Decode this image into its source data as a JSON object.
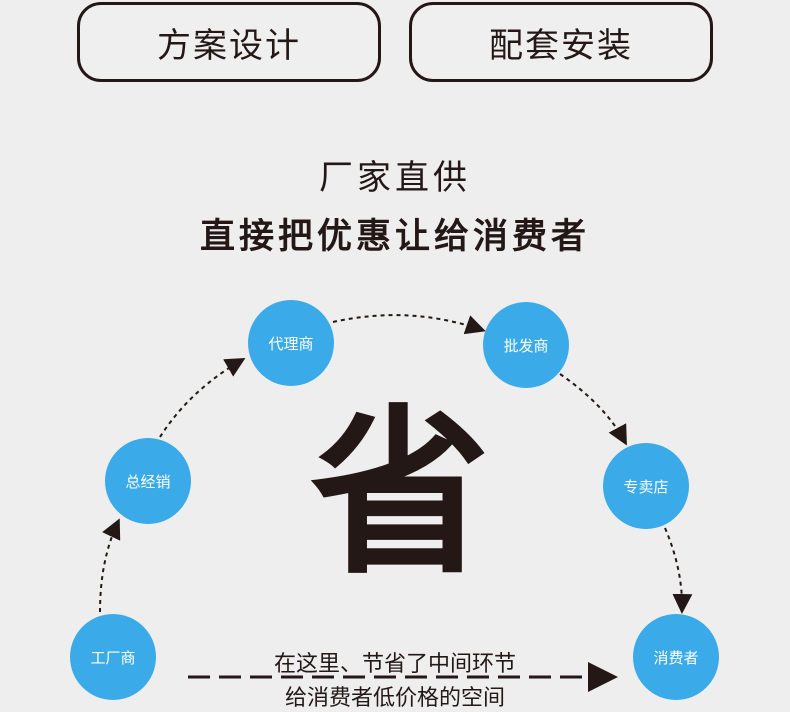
{
  "buttons": [
    "方案设计",
    "配套安装"
  ],
  "headline": "厂家直供",
  "subheadline": "直接把优惠让给消费者",
  "nodes": {
    "factory": "工厂商",
    "general": "总经销",
    "agent": "代理商",
    "wholesale": "批发商",
    "store": "专卖店",
    "consumer": "消费者"
  },
  "center_char": "省",
  "note_line1": "在这里、节省了中间环节",
  "note_line2": "给消费者低价格的空间",
  "colors": {
    "node": "#3aabe8",
    "text": "#231815",
    "background": "#eeeeee"
  }
}
